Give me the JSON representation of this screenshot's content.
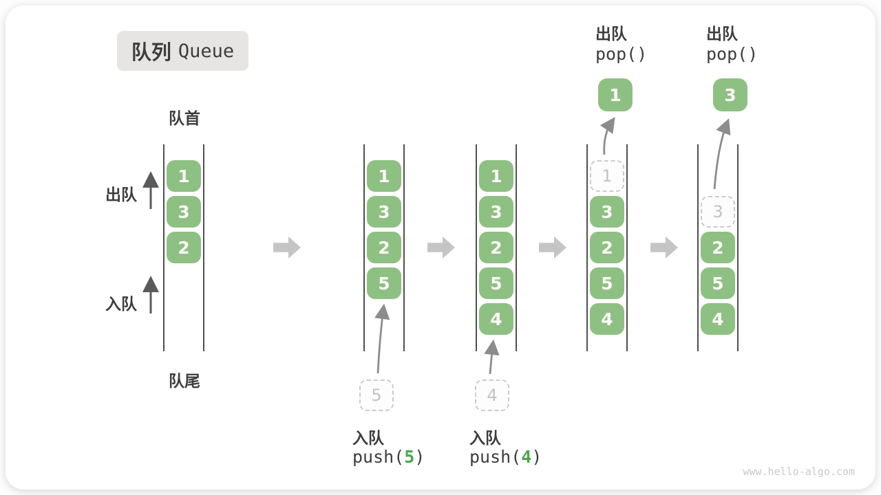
{
  "title": {
    "zh": "队列",
    "en": "Queue"
  },
  "labels": {
    "front": "队首",
    "rear": "队尾",
    "dequeue": "出队",
    "enqueue": "入队"
  },
  "watermark": "www.hello-algo.com",
  "colors": {
    "box_green": "#8FC083",
    "box_digit": "#FAFAF5",
    "arg_green": "#4CA64C",
    "badge_bg": "#E6E5E3",
    "text_dark": "#3D3D3D",
    "dashed_border": "#CBCBCB",
    "dashed_digit": "#C2C2C2",
    "block_arrow": "#C5C5C5",
    "wall": "#4F4F4F",
    "watermark_gray": "#C9C9C9"
  },
  "queues": [
    {
      "boxes": [
        {
          "value": "1"
        },
        {
          "value": "3"
        },
        {
          "value": "2"
        }
      ]
    },
    {
      "boxes": [
        {
          "value": "1"
        },
        {
          "value": "3"
        },
        {
          "value": "2"
        },
        {
          "value": "5"
        }
      ],
      "incoming": {
        "value": "5"
      },
      "action": {
        "zh": "入队",
        "code_open": "push(",
        "arg": "5",
        "code_close": ")"
      }
    },
    {
      "boxes": [
        {
          "value": "1"
        },
        {
          "value": "3"
        },
        {
          "value": "2"
        },
        {
          "value": "5"
        },
        {
          "value": "4"
        }
      ],
      "incoming": {
        "value": "4"
      },
      "action": {
        "zh": "入队",
        "code_open": "push(",
        "arg": "4",
        "code_close": ")"
      }
    },
    {
      "boxes": [
        {
          "value": "1",
          "state": "dashed"
        },
        {
          "value": "3"
        },
        {
          "value": "2"
        },
        {
          "value": "5"
        },
        {
          "value": "4"
        }
      ],
      "popped": {
        "value": "1"
      },
      "action": {
        "zh": "出队",
        "code": "pop()"
      }
    },
    {
      "boxes": [
        {
          "value": "3",
          "state": "dashed"
        },
        {
          "value": "2"
        },
        {
          "value": "5"
        },
        {
          "value": "4"
        }
      ],
      "popped": {
        "value": "3"
      },
      "action": {
        "zh": "出队",
        "code": "pop()"
      }
    }
  ]
}
